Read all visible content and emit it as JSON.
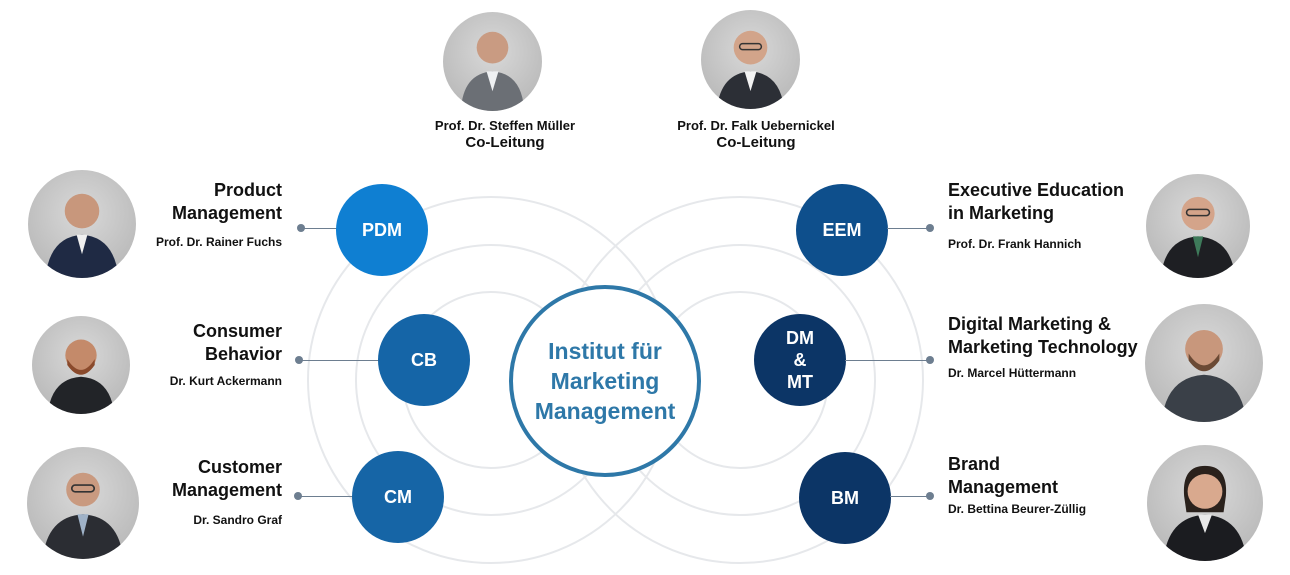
{
  "center": {
    "line1": "Institut für",
    "line2": "Marketing",
    "line3": "Management"
  },
  "leaders": [
    {
      "name": "Prof. Dr. Steffen Müller",
      "role": "Co-Leitung"
    },
    {
      "name": "Prof. Dr. Falk Uebernickel",
      "role": "Co-Leitung"
    }
  ],
  "groups": {
    "pdm": {
      "abbr": "PDM",
      "title1": "Product",
      "title2": "Management",
      "person": "Prof. Dr. Rainer Fuchs"
    },
    "cb": {
      "abbr": "CB",
      "title1": "Consumer",
      "title2": "Behavior",
      "person": "Dr. Kurt Ackermann"
    },
    "cm": {
      "abbr": "CM",
      "title1": "Customer",
      "title2": "Management",
      "person": "Dr. Sandro Graf"
    },
    "eem": {
      "abbr": "EEM",
      "title1": "Executive Education",
      "title2": "in Marketing",
      "person": "Prof. Dr. Frank Hannich"
    },
    "dm": {
      "abbr1": "DM",
      "abbr2": "&",
      "abbr3": "MT",
      "title1": "Digital Marketing &",
      "title2": "Marketing Technology",
      "person": "Dr. Marcel Hüttermann"
    },
    "bm": {
      "abbr": "BM",
      "title1": "Brand",
      "title2": "Management",
      "person": "Dr. Bettina Beurer-Züllig"
    }
  },
  "colors": {
    "pdm": "#0f7fd2",
    "cb": "#1565a7",
    "cm": "#1665a6",
    "eem": "#0e4f8c",
    "dm": "#0c3566",
    "bm": "#0c3566",
    "center_border": "#2e78a8",
    "connector": "#6d7e90",
    "rings": "#e6e8eb"
  },
  "icons": [
    "person-photo-icon"
  ]
}
